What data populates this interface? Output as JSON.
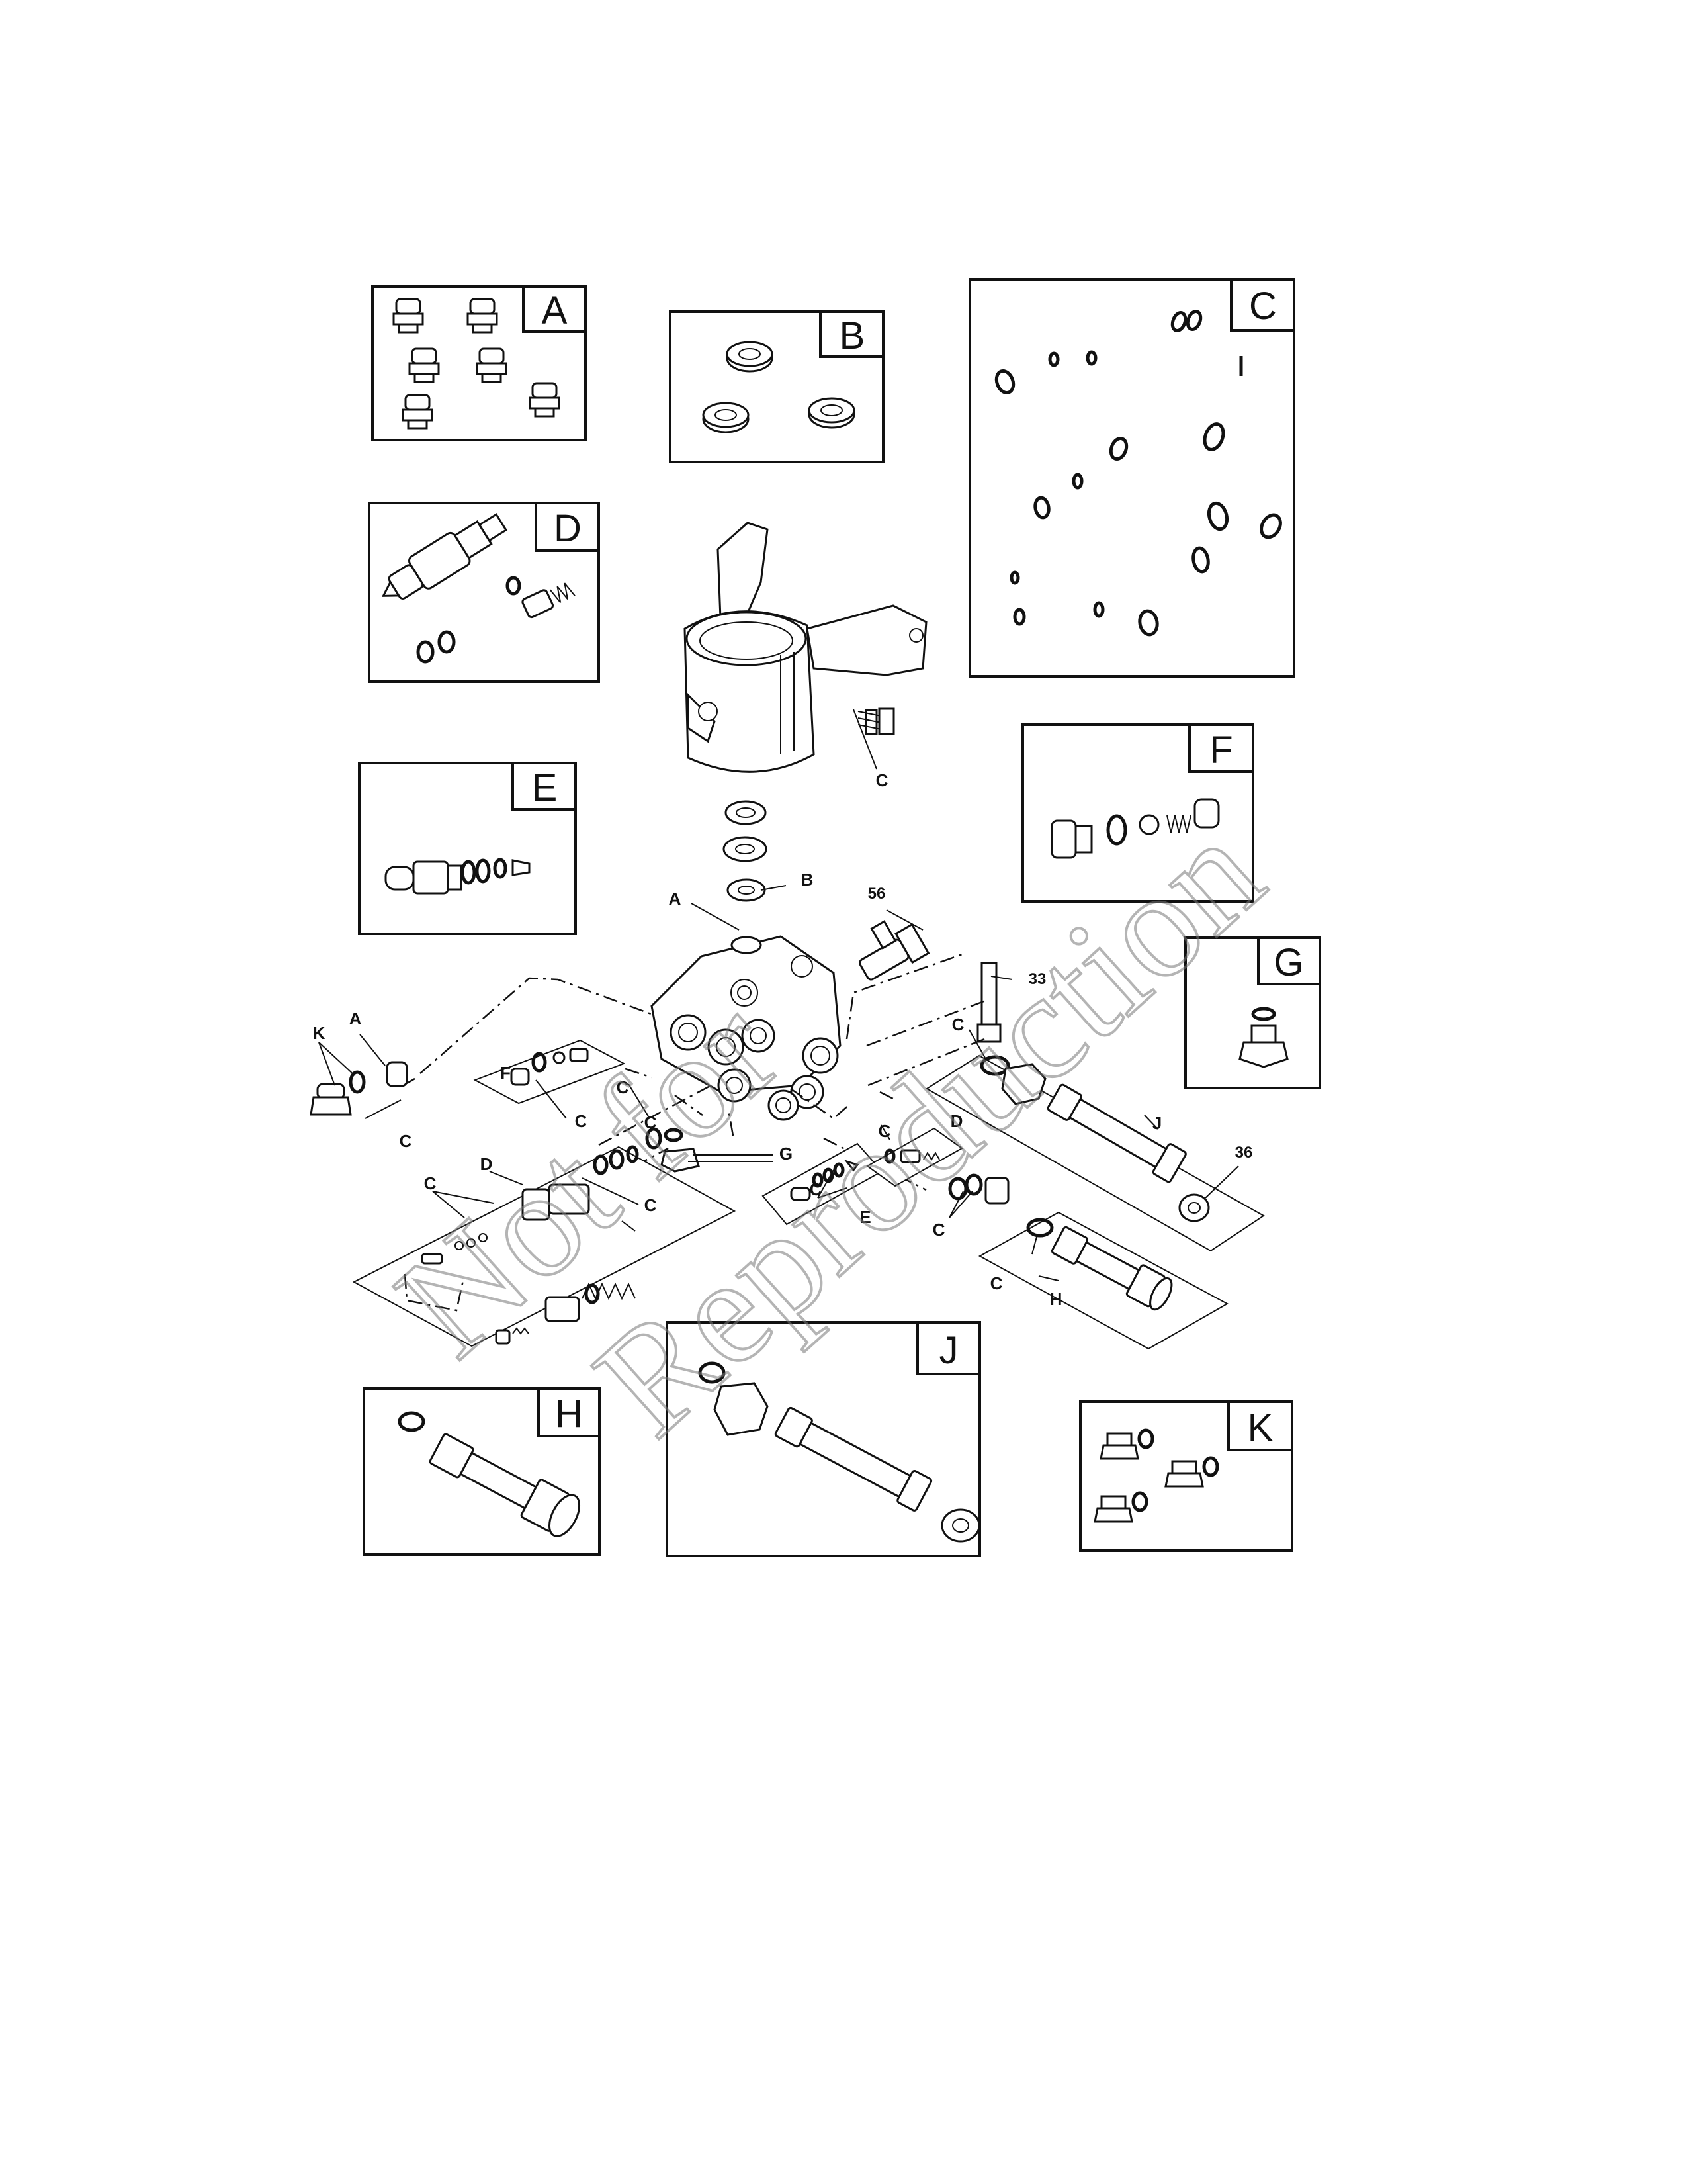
{
  "kits": {
    "a": "A",
    "b": "B",
    "c": "C",
    "d": "D",
    "e": "E",
    "f": "F",
    "g": "G",
    "h": "H",
    "j": "J",
    "k": "K"
  },
  "callouts": {
    "c_manifold": "C",
    "b_seal": "B",
    "a_top": "A",
    "n56": "56",
    "n33": "33",
    "n36": "36",
    "k_left": "K",
    "a_left": "A",
    "c_left": "C",
    "f_panel": "F",
    "c_fpanel": "C",
    "c_mid1": "C",
    "c_mid2": "C",
    "c_dpanel": "C",
    "c_dpanel2": "C",
    "d_left": "D",
    "g_plug": "G",
    "c_epanel": "C",
    "e_panel": "E",
    "c_dright": "C",
    "d_right": "D",
    "c_right": "C",
    "j_panel": "J",
    "c_lower1": "C",
    "c_lower2": "C",
    "h_panel": "H"
  },
  "watermark": {
    "line1": "Not for",
    "line2": "Reproduction"
  }
}
